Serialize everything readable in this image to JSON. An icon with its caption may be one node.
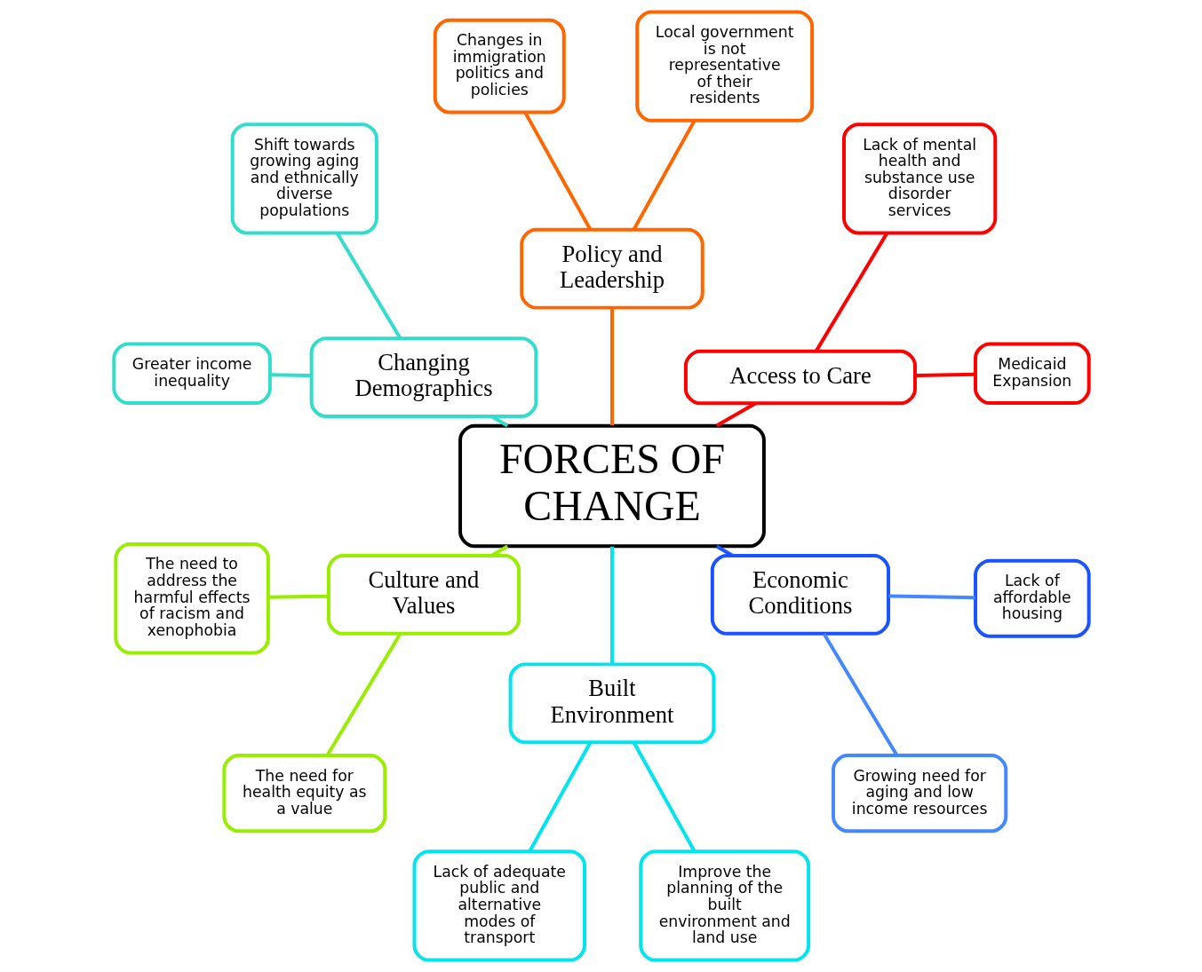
{
  "diagram": {
    "nodes": [
      {
        "text": [
          "FORCES OF CHANGE"
        ]
      },
      {
        "text": [
          "Access to Care"
        ]
      },
      {
        "text": [
          "Medicaid Expansion"
        ]
      },
      {
        "text": [
          "Lack of mental health and substance use disorder services"
        ]
      },
      {
        "text": [
          "Policy and Leadership"
        ]
      },
      {
        "text": [
          "Local government is not representative of their residents"
        ]
      },
      {
        "text": [
          "Changes in immigration politics and policies"
        ]
      },
      {
        "text": [
          "Changing Demographics"
        ]
      },
      {
        "text": [
          "Shift towards growing aging and ethnically diverse populations"
        ]
      },
      {
        "text": [
          "Greater income inequality"
        ]
      },
      {
        "text": [
          "Culture and Values"
        ]
      },
      {
        "text": [
          "The need to address the harmful effects of racism and xenophobia"
        ]
      },
      {
        "text": [
          "The need for health equity as a value"
        ]
      },
      {
        "text": [
          "Built Environment"
        ]
      },
      {
        "text": [
          "Lack of adequate public and alternative modes of transport"
        ]
      },
      {
        "text": [
          "Improve the planning of the built environment and land use"
        ]
      },
      {
        "text": [
          "Economic Conditions"
        ]
      },
      {
        "text": [
          "Growing need for aging and low income resources"
        ]
      },
      {
        "text": [
          "Lack of affordable housing"
        ]
      }
    ],
    "edges": [
      {
        "from": 0,
        "to": 1,
        "arrow": "none",
        "color": "#ff0000"
      },
      {
        "from": 1,
        "to": 2,
        "arrow": "none",
        "color": "#ff0000"
      },
      {
        "from": 1,
        "to": 3,
        "arrow": "none",
        "color": "#ff0000"
      },
      {
        "from": 0,
        "to": 4,
        "arrow": "none",
        "color": "#ff6600"
      },
      {
        "from": 4,
        "to": 5,
        "arrow": "none",
        "color": "#ff6600"
      },
      {
        "from": 4,
        "to": 6,
        "arrow": "none",
        "color": "#ff6600"
      },
      {
        "from": 0,
        "to": 7,
        "arrow": "none",
        "color": "#33ddcc"
      },
      {
        "from": 7,
        "to": 8,
        "arrow": "none",
        "color": "#33ddcc"
      },
      {
        "from": 7,
        "to": 9,
        "arrow": "none",
        "color": "#33ddcc"
      },
      {
        "from": 0,
        "to": 10,
        "arrow": "none",
        "color": "#99ee00"
      },
      {
        "from": 10,
        "to": 11,
        "arrow": "none",
        "color": "#99ee00"
      },
      {
        "from": 10,
        "to": 12,
        "arrow": "none",
        "color": "#99ee00"
      },
      {
        "from": 0,
        "to": 13,
        "arrow": "none",
        "color": "#00e5ee"
      },
      {
        "from": 13,
        "to": 14,
        "arrow": "none",
        "color": "#00e5ee"
      },
      {
        "from": 13,
        "to": 15,
        "arrow": "none",
        "color": "#00e5ee"
      },
      {
        "from": 0,
        "to": 16,
        "arrow": "none",
        "color": "#1a53ff"
      },
      {
        "from": 16,
        "to": 17,
        "arrow": "none",
        "color": "#4488ff"
      },
      {
        "from": 16,
        "to": 18,
        "arrow": "none",
        "color": "#4488ff"
      }
    ]
  }
}
